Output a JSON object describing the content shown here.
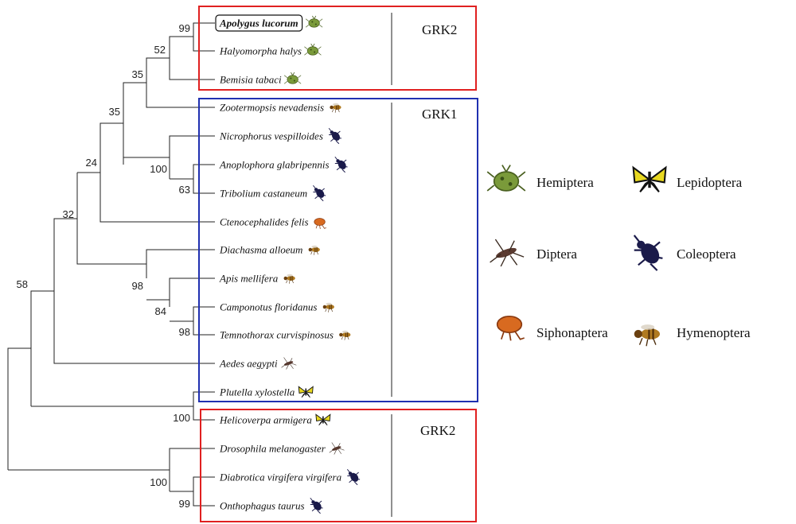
{
  "taxa": [
    "Apolygus lucorum",
    "Halyomorpha halys",
    "Bemisia tabaci",
    "Zootermopsis nevadensis",
    "Nicrophorus vespilloides",
    "Anoplophora glabripennis",
    "Tribolium castaneum",
    "Ctenocephalides felis",
    "Diachasma alloeum",
    "Apis mellifera",
    "Camponotus floridanus",
    "Temnothorax curvispinosus",
    "Aedes aegypti",
    "Plutella xylostella",
    "Helicoverpa armigera",
    "Drosophila melanogaster",
    "Diabrotica virgifera virgifera",
    "Onthophagus taurus"
  ],
  "taxon_orders": [
    "Hemiptera",
    "Hemiptera",
    "Hemiptera",
    "Hymenoptera",
    "Coleoptera",
    "Coleoptera",
    "Coleoptera",
    "Siphonaptera",
    "Hymenoptera",
    "Hymenoptera",
    "Hymenoptera",
    "Hymenoptera",
    "Diptera",
    "Lepidoptera",
    "Lepidoptera",
    "Diptera",
    "Coleoptera",
    "Coleoptera"
  ],
  "bootstrap": [
    "99",
    "52",
    "35",
    "35",
    "24",
    "32",
    "58",
    "100",
    "63",
    "98",
    "84",
    "98",
    "100",
    "100",
    "99"
  ],
  "groups": [
    "GRK2",
    "GRK1",
    "GRK2"
  ],
  "legend": [
    "Hemiptera",
    "Lepidoptera",
    "Diptera",
    "Coleoptera",
    "Siphonaptera",
    "Hymenoptera"
  ],
  "colors": {
    "grk2_box": "#e02020",
    "grk1_box": "#2030b0",
    "Hemiptera": "#7a9a3a",
    "Lepidoptera": "#e8d820",
    "Diptera": "#5a3a30",
    "Coleoptera": "#1a1a4a",
    "Siphonaptera": "#d86a20",
    "Hymenoptera": "#b07a20"
  },
  "icons": {
    "Hemiptera": "shield-bug-icon",
    "Lepidoptera": "butterfly-icon",
    "Diptera": "mosquito-icon",
    "Coleoptera": "beetle-icon",
    "Siphonaptera": "flea-icon",
    "Hymenoptera": "bee-icon"
  }
}
